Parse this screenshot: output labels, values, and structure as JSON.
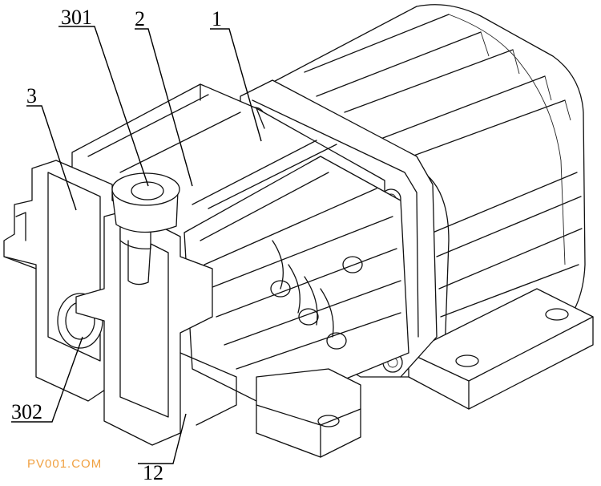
{
  "labels": {
    "l301": "301",
    "l2": "2",
    "l1": "1",
    "l3": "3",
    "l302": "302",
    "l12": "12"
  },
  "watermark": "PV001.COM",
  "colors": {
    "line": "#111111",
    "watermark": "#f0a040",
    "background": "#ffffff"
  }
}
